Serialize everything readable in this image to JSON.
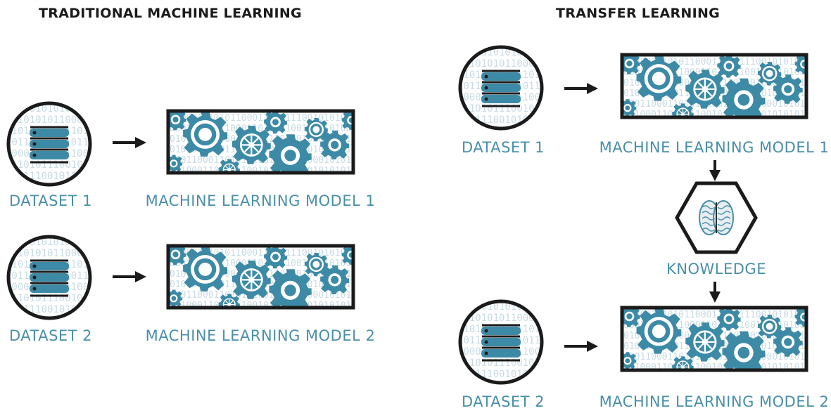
{
  "colors": {
    "accent": "#3d8aa6",
    "dark": "#1b1b1b",
    "label": "#4a8fa8",
    "binary": "#c8dbe3"
  },
  "traditional": {
    "title": "TRADITIONAL MACHINE LEARNING",
    "rows": [
      {
        "dataset_label": "DATASET 1",
        "model_label": "MACHINE LEARNING MODEL 1"
      },
      {
        "dataset_label": "DATASET 2",
        "model_label": "MACHINE LEARNING MODEL 2"
      }
    ]
  },
  "transfer": {
    "title": "TRANSFER LEARNING",
    "rows": [
      {
        "dataset_label": "DATASET 1",
        "model_label": "MACHINE LEARNING MODEL 1"
      },
      {
        "dataset_label": "DATASET 2",
        "model_label": "MACHINE LEARNING MODEL 2"
      }
    ],
    "knowledge_label": "KNOWLEDGE"
  },
  "binary_text": "0100010101011000110101110010101"
}
